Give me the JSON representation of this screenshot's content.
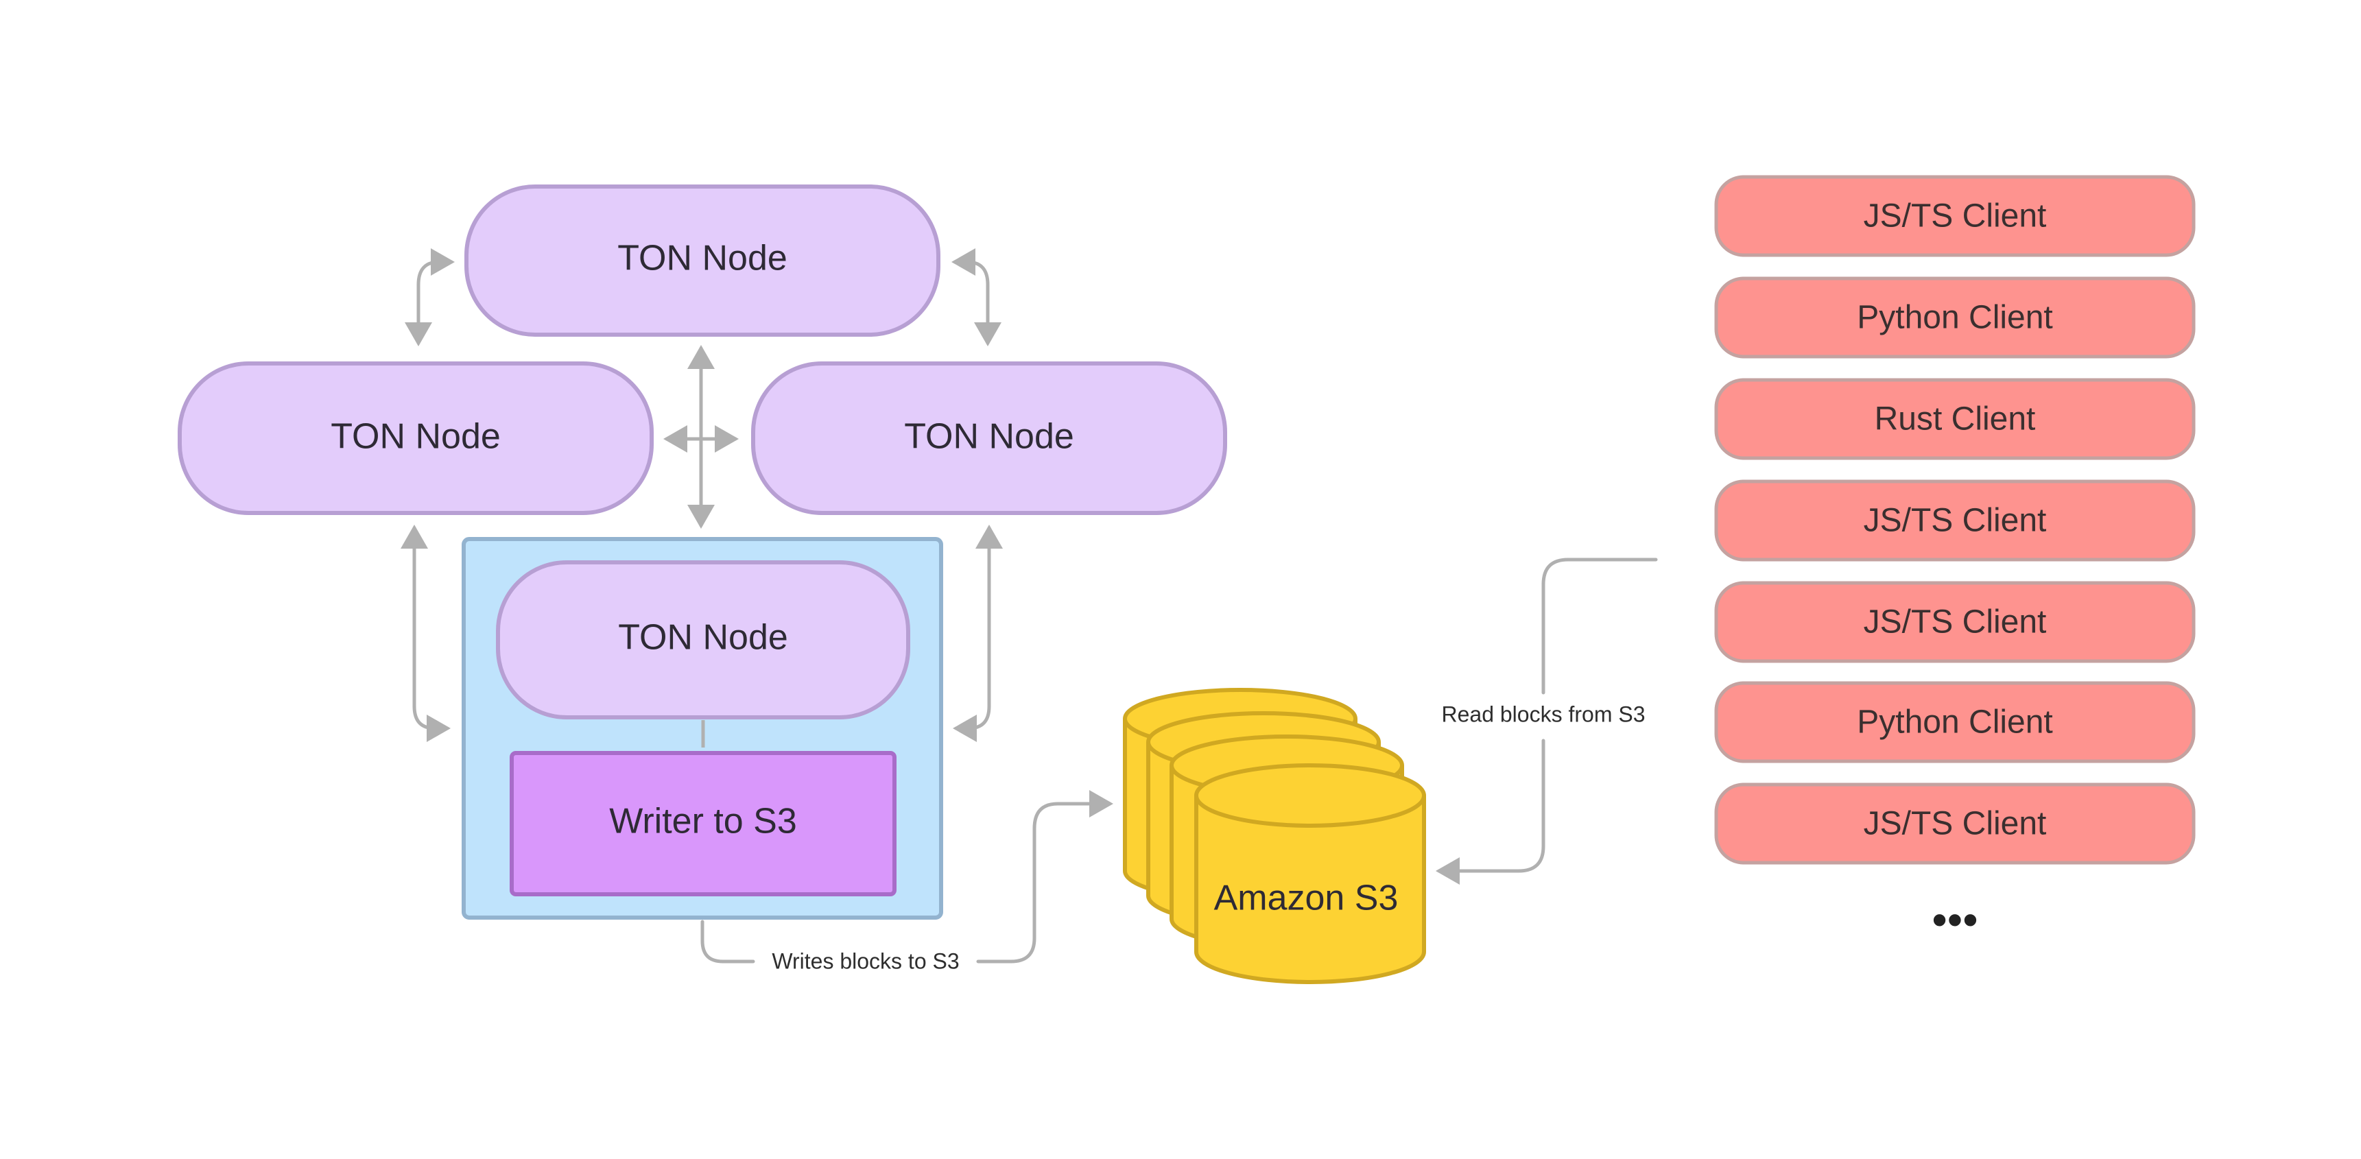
{
  "diagram": {
    "ton_nodes": [
      {
        "label": "TON Node"
      },
      {
        "label": "TON Node"
      },
      {
        "label": "TON Node"
      },
      {
        "label": "TON Node"
      }
    ],
    "writer": {
      "label": "Writer to S3"
    },
    "storage": {
      "label": "Amazon S3"
    },
    "edges": {
      "writes": "Writes blocks to S3",
      "reads": "Read blocks from S3"
    },
    "clients": [
      {
        "label": "JS/TS Client"
      },
      {
        "label": "Python Client"
      },
      {
        "label": "Rust Client"
      },
      {
        "label": "JS/TS Client"
      },
      {
        "label": "JS/TS Client"
      },
      {
        "label": "Python Client"
      },
      {
        "label": "JS/TS Client"
      }
    ],
    "more": "•••",
    "colors": {
      "ton_node_fill": "#e3ccfb",
      "ton_node_stroke": "#b79fd3",
      "cluster_fill": "#bfe3fc",
      "cluster_stroke": "#93b3cf",
      "writer_fill": "#d997fb",
      "writer_stroke": "#a86cc9",
      "s3_fill": "#fdd233",
      "s3_stroke": "#d0a821",
      "client_fill": "#fe938f",
      "client_stroke": "#c4a2a0",
      "arrow": "#b0b0b0"
    }
  }
}
